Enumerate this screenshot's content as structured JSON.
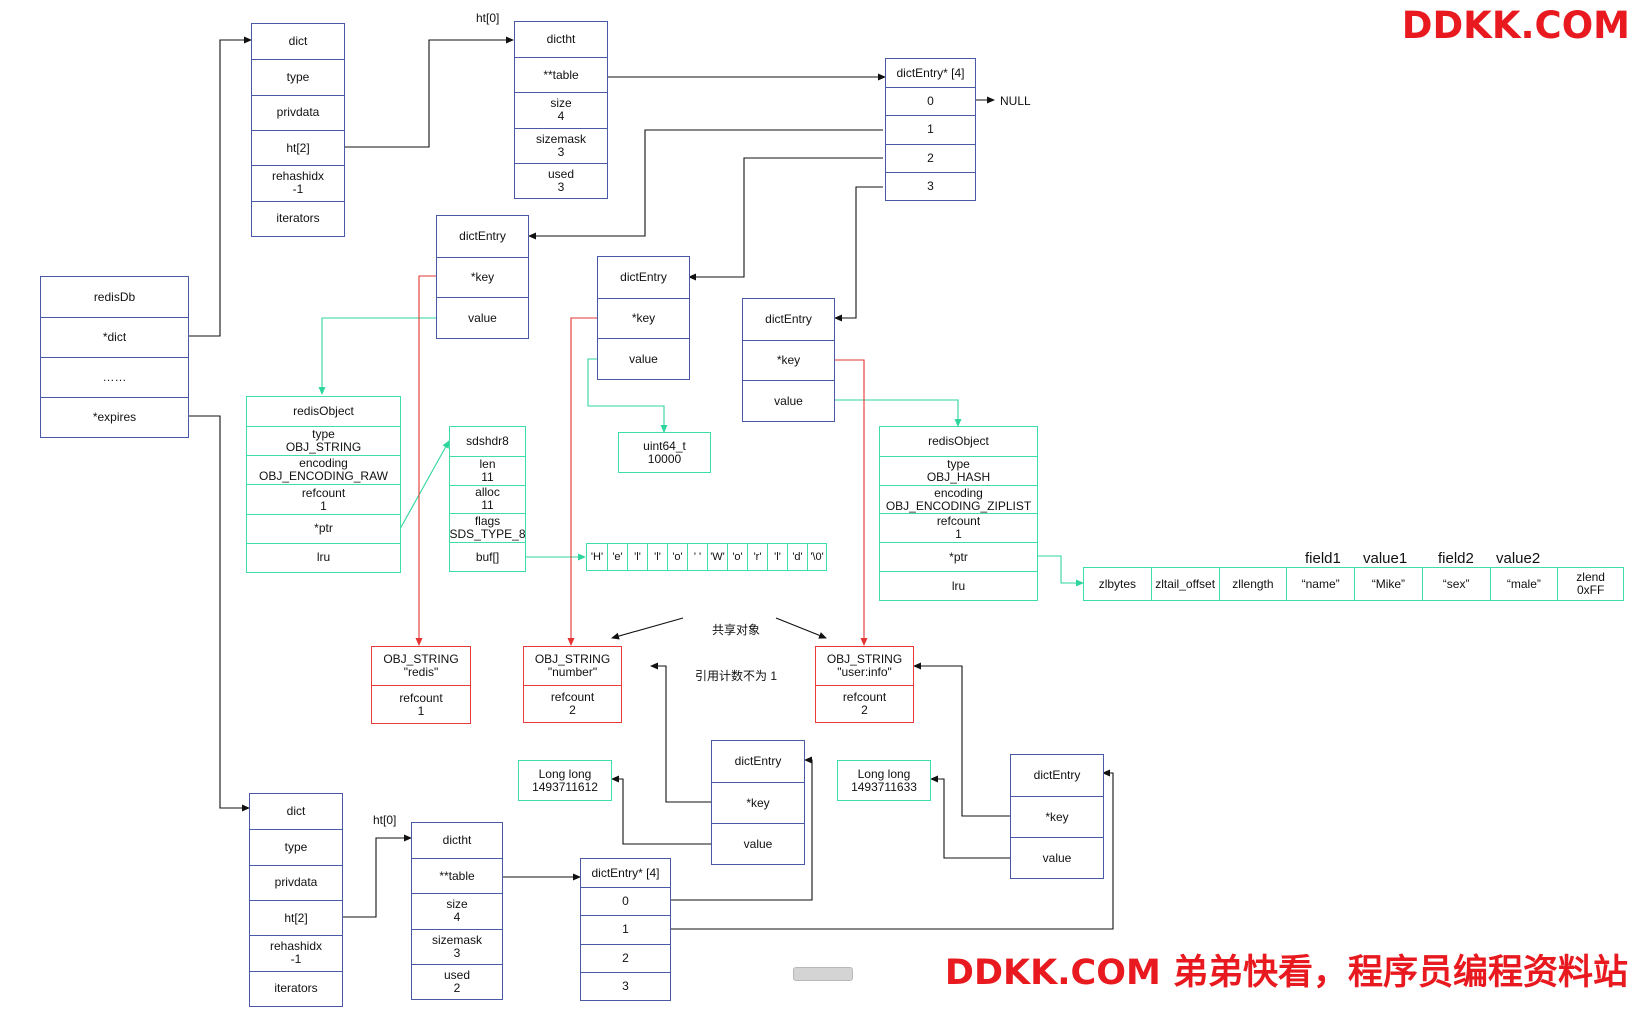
{
  "watermark_top": "DDKK.COM",
  "watermark_bottom": "DDKK.COM 弟弟快看，程序员编程资料站",
  "labels": {
    "ht0_top": "ht[0]",
    "ht0_bottom": "ht[0]",
    "null": "NULL",
    "shared_line1": "共享对象",
    "shared_line2": "引用计数不为 1",
    "field1": "field1",
    "value1": "value1",
    "field2": "field2",
    "value2": "value2"
  },
  "boxes": {
    "dict_top": [
      "dict",
      "type",
      "privdata",
      "ht[2]",
      "rehashidx\n-1",
      "iterators"
    ],
    "dictht_top": [
      "dictht",
      "**table",
      "size\n4",
      "sizemask\n3",
      "used\n3"
    ],
    "entries_top": [
      "dictEntry* [4]",
      "0",
      "1",
      "2",
      "3"
    ],
    "redisdb": [
      "redisDb",
      "*dict",
      "……",
      "*expires"
    ],
    "entry_a": [
      "dictEntry",
      "*key",
      "value"
    ],
    "entry_b": [
      "dictEntry",
      "*key",
      "value"
    ],
    "entry_c": [
      "dictEntry",
      "*key",
      "value"
    ],
    "robj_string": [
      "redisObject",
      "type\nOBJ_STRING",
      "encoding\nOBJ_ENCODING_RAW",
      "refcount\n1",
      "*ptr",
      "lru"
    ],
    "sdshdr": [
      "sdshdr8",
      "len\n11",
      "alloc\n11",
      "flags\nSDS_TYPE_8",
      "buf[]"
    ],
    "uint64": [
      "uint64_t\n10000"
    ],
    "robj_hash": [
      "redisObject",
      "type\nOBJ_HASH",
      "encoding\nOBJ_ENCODING_ZIPLIST",
      "refcount\n1",
      "*ptr",
      "lru"
    ],
    "str_redis": [
      "OBJ_STRING\n\"redis\"",
      "refcount\n1"
    ],
    "str_number": [
      "OBJ_STRING\n\"number\"",
      "refcount\n2"
    ],
    "str_userinfo": [
      "OBJ_STRING\n\"user:info\"",
      "refcount\n2"
    ],
    "longlong_a": [
      "Long long\n1493711612"
    ],
    "longlong_b": [
      "Long long\n1493711633"
    ],
    "entry_d": [
      "dictEntry",
      "*key",
      "value"
    ],
    "entry_e": [
      "dictEntry",
      "*key",
      "value"
    ],
    "dict_bottom": [
      "dict",
      "type",
      "privdata",
      "ht[2]",
      "rehashidx\n-1",
      "iterators"
    ],
    "dictht_bottom": [
      "dictht",
      "**table",
      "size\n4",
      "sizemask\n3",
      "used\n2"
    ],
    "entries_bottom": [
      "dictEntry* [4]",
      "0",
      "1",
      "2",
      "3"
    ],
    "buf_chars": [
      "'H'",
      "'e'",
      "'l'",
      "'l'",
      "'o'",
      "' '",
      "'W'",
      "'o'",
      "'r'",
      "'l'",
      "'d'",
      "'\\0'"
    ],
    "ziplist": [
      "zlbytes",
      "zltail_offset",
      "zllength",
      "“name”",
      "“Mike”",
      "“sex”",
      "“male”",
      "zlend\n0xFF"
    ]
  },
  "colors": {
    "struct_border": "#4a58a8",
    "object_border": "#3ddfa4",
    "string_border": "#ea3b3b",
    "watermark": "#e8191f"
  }
}
